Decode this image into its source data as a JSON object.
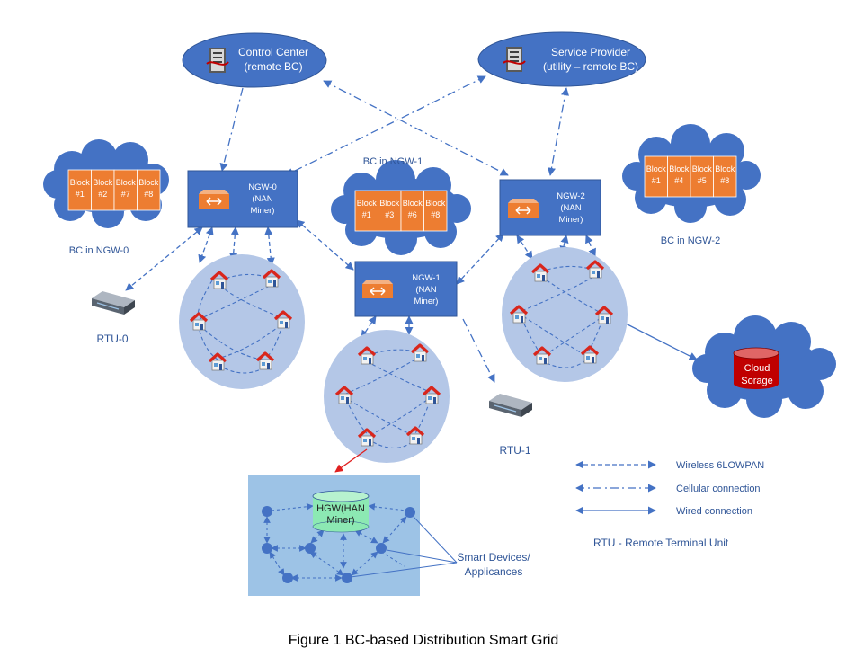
{
  "control_center": {
    "line1": "Control Center",
    "line2": "(remote BC)"
  },
  "service_provider": {
    "line1": "Service Provider",
    "line2": "(utility – remote BC)"
  },
  "ngw0": {
    "line1": "NGW-0",
    "line2": "(NAN",
    "line3": "Miner)"
  },
  "ngw1": {
    "line1": "NGW-1",
    "line2": "(NAN",
    "line3": "Miner)"
  },
  "ngw2": {
    "line1": "NGW-2",
    "line2": "(NAN",
    "line3": "Miner)"
  },
  "bc_ngw0": {
    "label": "BC in NGW-0",
    "blocks": [
      {
        "word": "Block",
        "num": "#1"
      },
      {
        "word": "Block",
        "num": "#2"
      },
      {
        "word": "Block",
        "num": "#7"
      },
      {
        "word": "Block",
        "num": "#8"
      }
    ]
  },
  "bc_ngw1": {
    "label": "BC in NGW-1",
    "blocks": [
      {
        "word": "Block",
        "num": "#1"
      },
      {
        "word": "Block",
        "num": "#3"
      },
      {
        "word": "Block",
        "num": "#6"
      },
      {
        "word": "Block",
        "num": "#8"
      }
    ]
  },
  "bc_ngw2": {
    "label": "BC in NGW-2",
    "blocks": [
      {
        "word": "Block",
        "num": "#1"
      },
      {
        "word": "Block",
        "num": "#4"
      },
      {
        "word": "Block",
        "num": "#5"
      },
      {
        "word": "Block",
        "num": "#8"
      }
    ]
  },
  "rtu0": {
    "label": "RTU-0"
  },
  "rtu1": {
    "label": "RTU-1"
  },
  "cloud_storage": {
    "line1": "Cloud",
    "line2": "Sorage"
  },
  "hgw": {
    "line1": "HGW(HAN",
    "line2": "Miner)"
  },
  "smart_devices": {
    "line1": "Smart Devices/",
    "line2": "Applicances"
  },
  "legend": {
    "wireless": "Wireless 6LOWPAN",
    "cellular": "Cellular connection",
    "wired": "Wired connection",
    "rtu_def": "RTU  - Remote Terminal Unit"
  },
  "caption": "Figure 1 BC-based Distribution Smart Grid",
  "colors": {
    "blue_primary": "#4472C4",
    "dark_blue": "#2F5597",
    "orange_block": "#ED7D31",
    "light_blue_cluster": "#B4C7E7",
    "han_panel": "#9DC3E6",
    "hgw_green": "#8CE9B3",
    "cloud_red": "#C00000",
    "red_arrow": "#E02020"
  }
}
